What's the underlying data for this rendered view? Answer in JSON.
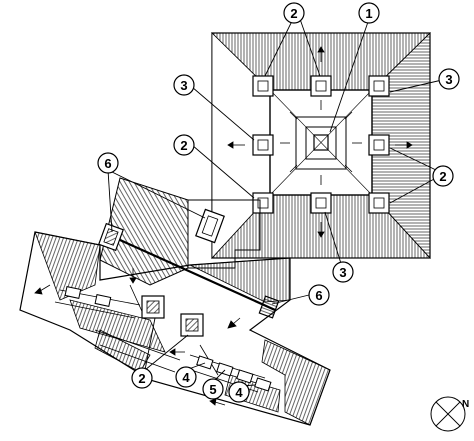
{
  "diagram": {
    "type": "architectural-roof-plan",
    "callouts": [
      {
        "id": "c1",
        "label": "1"
      },
      {
        "id": "c2a",
        "label": "2"
      },
      {
        "id": "c2b",
        "label": "2"
      },
      {
        "id": "c2c",
        "label": "2"
      },
      {
        "id": "c2d",
        "label": "2"
      },
      {
        "id": "c3a",
        "label": "3"
      },
      {
        "id": "c3b",
        "label": "3"
      },
      {
        "id": "c3c",
        "label": "3"
      },
      {
        "id": "c4a",
        "label": "4"
      },
      {
        "id": "c4b",
        "label": "4"
      },
      {
        "id": "c5",
        "label": "5"
      },
      {
        "id": "c6a",
        "label": "6"
      },
      {
        "id": "c6b",
        "label": "6"
      }
    ],
    "compass": {
      "label": "N"
    },
    "colors": {
      "line": "#000000",
      "background": "#ffffff"
    }
  }
}
